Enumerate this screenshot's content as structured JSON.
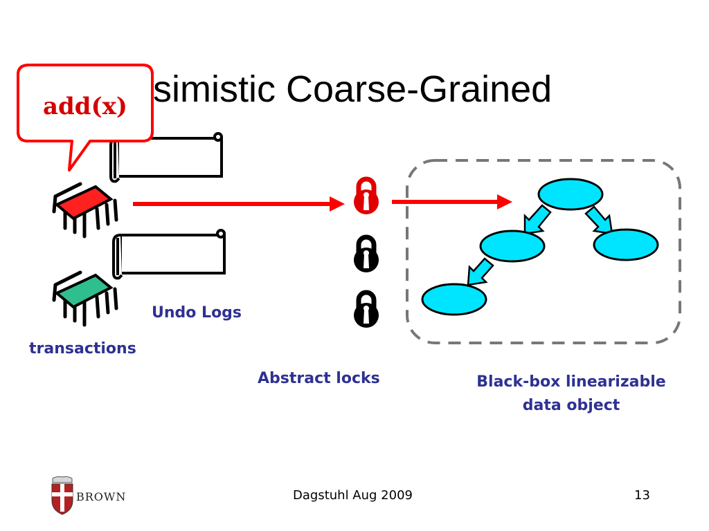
{
  "slide": {
    "title": "Pessimistic Coarse-Grained",
    "callout": "add(x)",
    "labels": {
      "undo_logs": "Undo Logs",
      "transactions": "transactions",
      "abstract_locks": "Abstract locks",
      "data_object_line1": "Black-box linearizable",
      "data_object_line2": "data object"
    },
    "footer": {
      "center": "Dagstuhl Aug 2009",
      "page_number": "13",
      "logo_text": "BROWN"
    }
  },
  "colors": {
    "title": "#000000",
    "label": "#2e3192",
    "arrow": "#ff0000",
    "callout_border": "#ff0000",
    "callout_text": "#d40000",
    "transaction_active": "#ff2020",
    "transaction_idle": "#2fbf8f",
    "lock_held": "#e00000",
    "lock_free": "#000000",
    "tree_node": "#00e5ff",
    "dashed_border": "#777777"
  }
}
